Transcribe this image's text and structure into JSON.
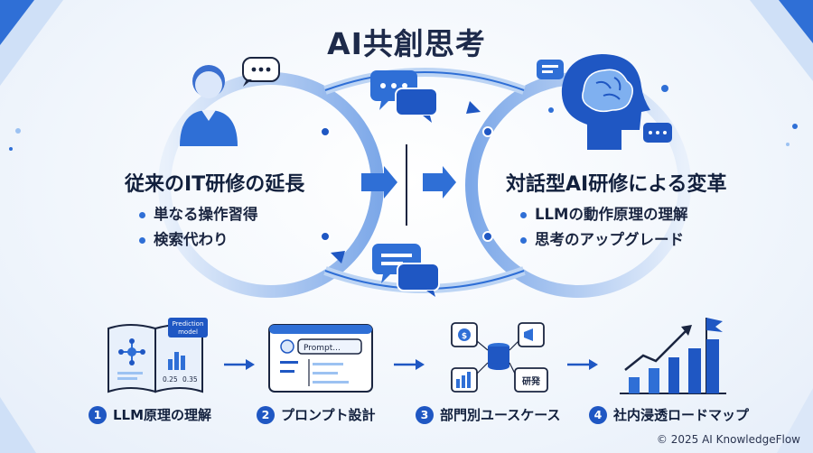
{
  "title": "AI共創思考",
  "left_panel": {
    "heading": "従来のIT研修の延長",
    "bullets": [
      "単なる操作習得",
      "検索代わり"
    ]
  },
  "right_panel": {
    "heading": "対話型AI研修による変革",
    "bullets": [
      "LLMの動作原理の理解",
      "思考のアップグレード"
    ]
  },
  "steps": [
    {
      "num": "1",
      "label": "LLM原理の理解",
      "icon": "book-diagram-icon"
    },
    {
      "num": "2",
      "label": "プロンプト設計",
      "icon": "prompt-window-icon"
    },
    {
      "num": "3",
      "label": "部門別ユースケース",
      "icon": "department-network-icon"
    },
    {
      "num": "4",
      "label": "社内浸透ロードマップ",
      "icon": "growth-chart-flag-icon"
    }
  ],
  "step1_icon_text": {
    "badge_line1": "Prediction",
    "badge_line2": "model",
    "value_a": "0.25",
    "value_b": "0.35"
  },
  "step2_icon_text": {
    "prompt": "Prompt..."
  },
  "step3_icon_text": {
    "research": "研発"
  },
  "copyright": "© 2025 AI KnowledgeFlow",
  "colors": {
    "primary": "#1f57c3",
    "accent": "#2f6fd6",
    "light": "#9cc2f2",
    "text": "#12203d"
  }
}
